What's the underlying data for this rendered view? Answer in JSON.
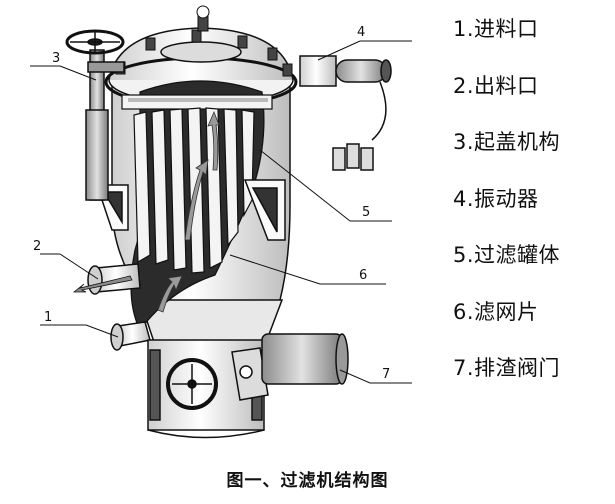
{
  "legend": {
    "items": [
      "1.进料口",
      "2.出料口",
      "3.起盖机构",
      "4.振动器",
      "5.过滤罐体",
      "6.滤网片",
      "7.排渣阀门"
    ]
  },
  "callouts": [
    "1",
    "2",
    "3",
    "4",
    "5",
    "6",
    "7"
  ],
  "caption": "图一、过滤机结构图"
}
